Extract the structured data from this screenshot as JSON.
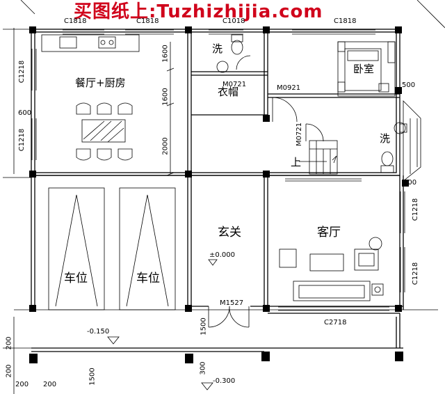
{
  "watermark": {
    "text": "买图纸上:Tuzhizhijia.com",
    "color": "#d0021b"
  },
  "rooms": {
    "dining_kitchen": "餐厅+厨房",
    "bath_top": "洗",
    "closet": "衣帽",
    "bedroom": "卧室",
    "bath_right": "洗",
    "foyer": "玄关",
    "living_room": "客厅",
    "parking_1": "车位",
    "parking_2": "车位",
    "stair_up": "上"
  },
  "elevations": {
    "foyer": "±0.000",
    "garage": "-0.150",
    "outside": "-0.300"
  },
  "codes": {
    "window_top_left": "C1818",
    "window_top_mid": "C1818",
    "window_bath": "C1018",
    "window_bedroom": "C1818",
    "window_left_upper": "C1218",
    "window_left_lower": "C1218",
    "window_right_upper": "C1218",
    "window_right_lower": "C1218",
    "window_living_front": "C2718",
    "door_closet": "M0721",
    "door_bedroom": "M0921",
    "door_bath": "M0721",
    "door_entry": "M1527"
  },
  "dimensions": {
    "left_600": "600",
    "d1600a": "1600",
    "d1600b": "1600",
    "d2000": "2000",
    "d500a": "500",
    "d500b": "500",
    "d1500": "1500",
    "d300": "300",
    "b200a": "200",
    "b200b": "200",
    "b200c": "200",
    "b200d": "200",
    "b1500": "1500"
  }
}
